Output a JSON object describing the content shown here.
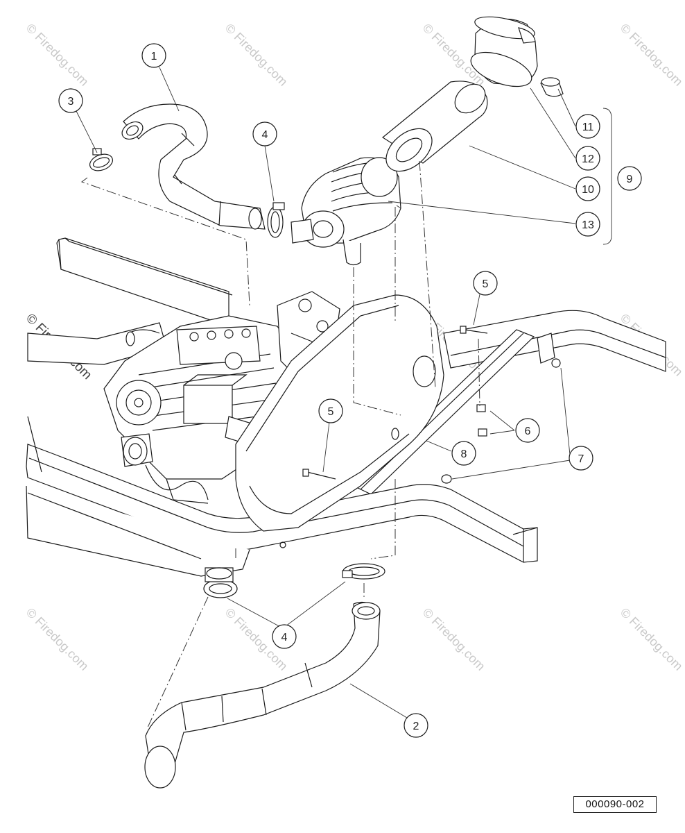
{
  "watermark": "© Firedog.com",
  "figure_code": "000090-002",
  "callouts": [
    "1",
    "2",
    "3",
    "4",
    "5",
    "6",
    "7",
    "8",
    "9",
    "10",
    "11",
    "12",
    "13"
  ]
}
